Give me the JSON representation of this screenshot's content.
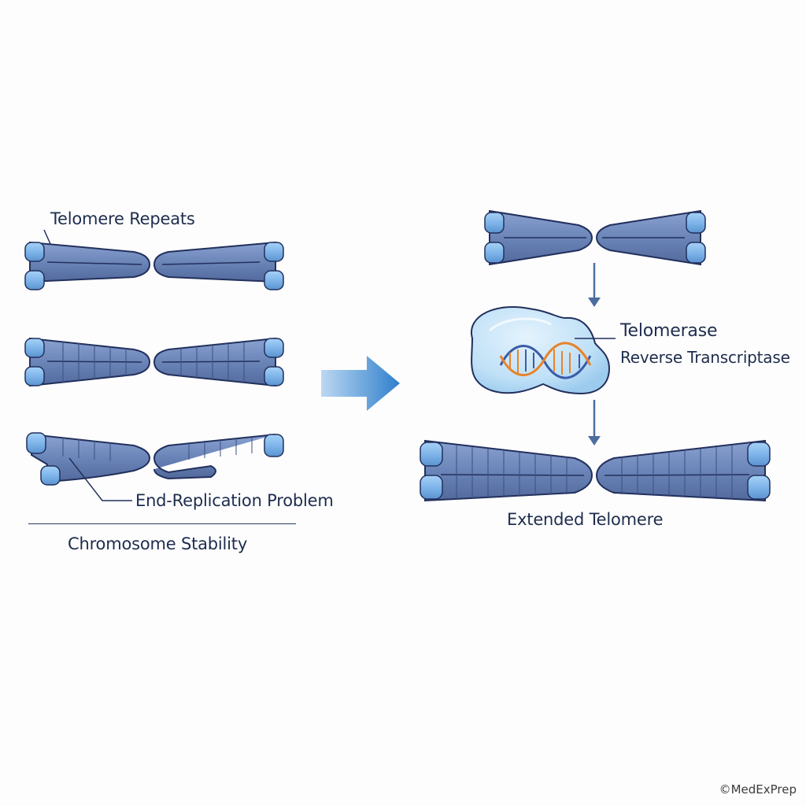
{
  "labels": {
    "telomere_repeats": "Telomere Repeats",
    "end_replication_problem": "End-Replication Problem",
    "chromosome_stability": "Chromosome Stability",
    "telomerase": "Telomerase",
    "reverse_transcriptase": "Reverse Transcriptase",
    "extended_telomere": "Extended Telomere"
  },
  "credit": "©MedExPrep",
  "colors": {
    "arm": "#6b85b8",
    "arm_outline": "#22305c",
    "cap": "#7fb5ea",
    "enzyme": "#bfe0f7",
    "dna_orange": "#e8832a",
    "dna_blue": "#3a5ca8",
    "arrow": "#3b86cf",
    "pointer": "#6b86b0"
  },
  "icons": [
    "chromosome-icon",
    "telomerase-enzyme-icon",
    "dna-helix-icon",
    "process-arrow-icon"
  ]
}
